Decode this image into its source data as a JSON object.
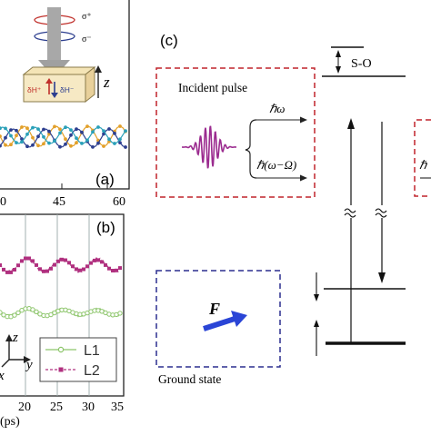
{
  "panel_a": {
    "label": "(a)",
    "x_ticks": [
      "0",
      "45",
      "60"
    ],
    "sigma_plus": "σ⁺",
    "sigma_minus": "σ⁻",
    "delta_h_plus": "δH⁺",
    "delta_h_minus": "δH⁻",
    "z_label": "z",
    "series_colors": {
      "orange": "#e2a02a",
      "navy": "#2d3f8f",
      "teal": "#2aa0b8"
    }
  },
  "panel_b": {
    "label": "(b)",
    "x_ticks": [
      "20",
      "25",
      "30",
      "35"
    ],
    "x_unit": "(ps)",
    "axis_z": "z",
    "axis_x": "x",
    "axis_y": "y",
    "legend": [
      {
        "name": "L1",
        "color": "#8cc56a",
        "marker": "circle"
      },
      {
        "name": "L2",
        "color": "#b0307f",
        "marker": "square"
      }
    ]
  },
  "panel_c": {
    "label": "(c)",
    "incident_pulse": "Incident pulse",
    "hbar_omega": "ℏω",
    "hbar_omega_minus_Omega": "ℏ(ω−Ω)",
    "so_label": "S-O",
    "force_label": "F",
    "ground_state": "Ground state",
    "right_edge_label": "ℏ",
    "pulse_color": "#9b2b8f",
    "box_red": "#c0232b",
    "box_blue": "#2b2f8f",
    "arrow_blue": "#2a45d6"
  }
}
